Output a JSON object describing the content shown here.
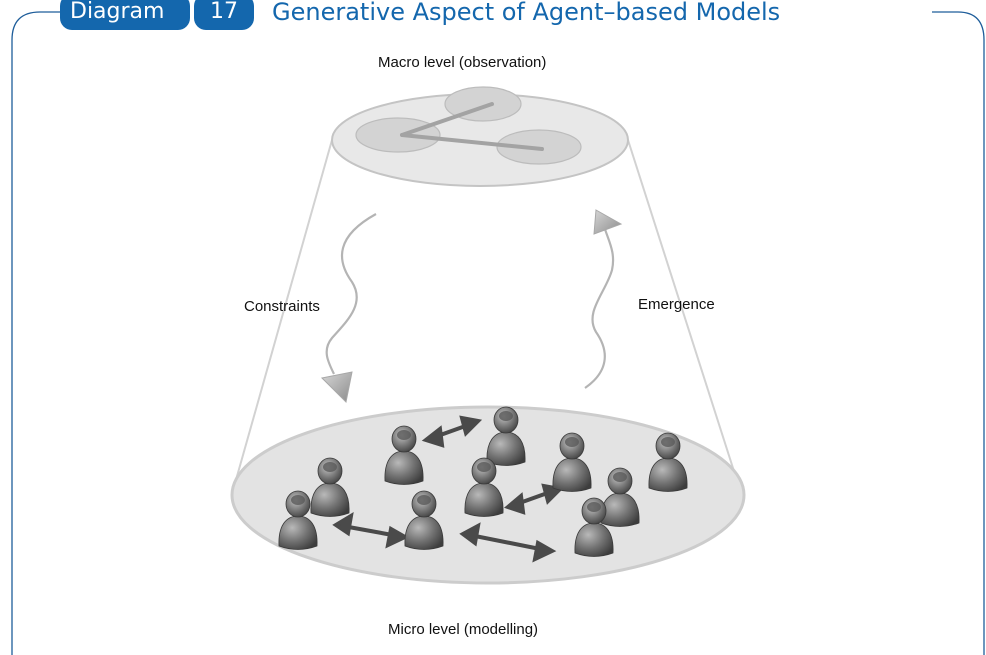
{
  "header": {
    "badge": "Diagram",
    "number": "17",
    "title": "Generative Aspect of Agent–based Models"
  },
  "labels": {
    "macro": "Macro level (observation)",
    "micro": "Micro level (modelling)",
    "constraints": "Constraints",
    "emergence": "Emergence"
  },
  "colors": {
    "accent": "#1467ad",
    "frame": "#1e5d9a",
    "agent": "#6e6e6e",
    "disc": "#e3e3e3"
  }
}
